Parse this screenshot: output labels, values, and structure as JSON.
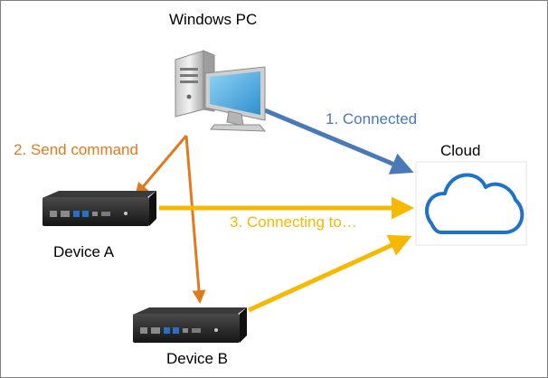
{
  "nodes": {
    "pc": {
      "label": "Windows PC"
    },
    "cloud": {
      "label": "Cloud"
    },
    "device_a": {
      "label": "Device A"
    },
    "device_b": {
      "label": "Device B"
    }
  },
  "connections": {
    "connected": {
      "label": "1. Connected",
      "color": "#4a79b7"
    },
    "send_command": {
      "label": "2. Send command",
      "color": "#e07a1f"
    },
    "connecting": {
      "label": "3. Connecting to…",
      "color": "#f6b800"
    }
  },
  "icons": {
    "pc": "desktop-computer-icon",
    "cloud": "cloud-icon",
    "device_a": "mini-pc-device-icon",
    "device_b": "mini-pc-device-icon"
  },
  "colors": {
    "cloud_outline": "#1e73c8",
    "monitor_screen": "#4aa8dc"
  }
}
